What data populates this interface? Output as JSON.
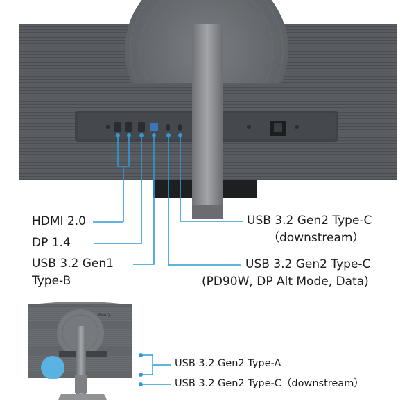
{
  "labels": {
    "hdmi": "HDMI 2.0",
    "dp": "DP 1.4",
    "usb_b_line1": "USB 3.2 Gen1",
    "usb_b_line2": "Type-B",
    "usbc_down_line1": "USB 3.2 Gen2 Type-C",
    "usbc_down_line2": "（downstream）",
    "usbc_pd_line1": "USB 3.2 Gen2 Type-C",
    "usbc_pd_line2": "(PD90W, DP Alt Mode, Data)",
    "bottom_usb_a": "USB 3.2 Gen2 Type-A",
    "bottom_usb_c": "USB 3.2 Gen2 Type-C（downstream）"
  },
  "colors": {
    "callout_line": "#2e9bd6",
    "callout_dot": "#2e9bd6",
    "highlight_circle": "#5bb6e8",
    "monitor_body": "#55585c",
    "stand": "#8a8c8f"
  }
}
